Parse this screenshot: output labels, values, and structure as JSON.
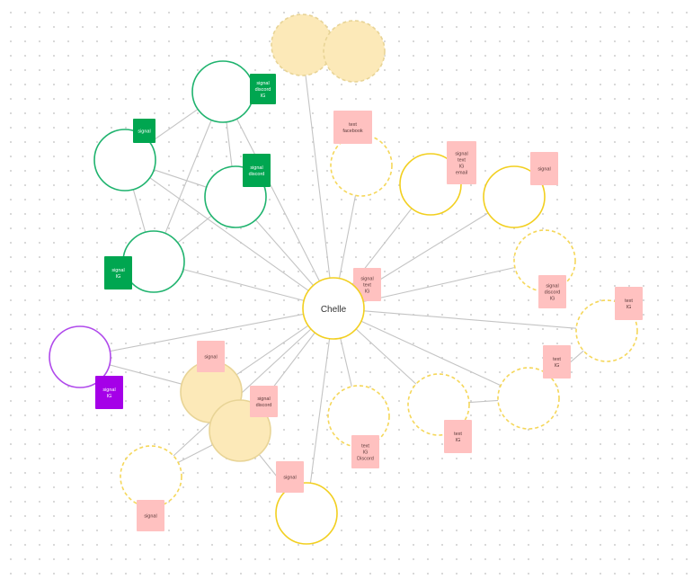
{
  "colors": {
    "edge": "#c4c4c4",
    "green": "#00a650",
    "green_stroke": "#1fb36e",
    "pink_fill": "#ffc1c0",
    "pink_text": "#5a3a3a",
    "yellow": "#f2cf1f",
    "yellow_dashed": "#f5d75a",
    "beige_fill": "#fce9b8",
    "beige_stroke": "#e8d496",
    "purple": "#b04aeb",
    "purple_fill": "#a500e8",
    "white_text": "#ffffff"
  },
  "center": {
    "name": "Chelle"
  },
  "circles": [
    {
      "id": "c1",
      "style": "green"
    },
    {
      "id": "c2",
      "style": "green"
    },
    {
      "id": "c3",
      "style": "green"
    },
    {
      "id": "c4",
      "style": "green"
    },
    {
      "id": "c5",
      "style": "beige-dashed"
    },
    {
      "id": "c6",
      "style": "beige-dashed"
    },
    {
      "id": "c7",
      "style": "yellow-dashed"
    },
    {
      "id": "c8",
      "style": "yellow"
    },
    {
      "id": "c9",
      "style": "yellow"
    },
    {
      "id": "c10",
      "style": "yellow-dashed"
    },
    {
      "id": "c11",
      "style": "yellow-dashed"
    },
    {
      "id": "c12",
      "style": "yellow-dashed"
    },
    {
      "id": "c13",
      "style": "yellow-dashed"
    },
    {
      "id": "c14",
      "style": "yellow-dashed"
    },
    {
      "id": "c15",
      "style": "purple"
    },
    {
      "id": "c16",
      "style": "beige"
    },
    {
      "id": "c17",
      "style": "beige"
    },
    {
      "id": "c18",
      "style": "yellow-dashed"
    },
    {
      "id": "c19",
      "style": "yellow"
    }
  ],
  "labels": [
    {
      "id": "l1",
      "style": "green",
      "lines": [
        "signal",
        "discord",
        "IG"
      ]
    },
    {
      "id": "l2",
      "style": "green",
      "lines": [
        "signal"
      ]
    },
    {
      "id": "l3",
      "style": "green",
      "lines": [
        "signal",
        "discord"
      ]
    },
    {
      "id": "l4",
      "style": "green",
      "lines": [
        "signal",
        "IG"
      ]
    },
    {
      "id": "l5",
      "style": "pink",
      "lines": [
        "text",
        "facebook"
      ]
    },
    {
      "id": "l6",
      "style": "pink",
      "lines": [
        "signal",
        "text",
        "IG",
        "email"
      ]
    },
    {
      "id": "l7",
      "style": "pink",
      "lines": [
        "signal"
      ]
    },
    {
      "id": "l8",
      "style": "pink",
      "lines": [
        "signal",
        "text",
        "IG"
      ]
    },
    {
      "id": "l9",
      "style": "pink",
      "lines": [
        "signal",
        "discord",
        "IG"
      ]
    },
    {
      "id": "l10",
      "style": "pink",
      "lines": [
        "text",
        "IG"
      ]
    },
    {
      "id": "l11",
      "style": "pink",
      "lines": [
        "text",
        "IG"
      ]
    },
    {
      "id": "l12",
      "style": "pink",
      "lines": [
        "text",
        "IG"
      ]
    },
    {
      "id": "l13",
      "style": "pink",
      "lines": [
        "text",
        "IG",
        "Discord"
      ]
    },
    {
      "id": "l14",
      "style": "purple",
      "lines": [
        "signal",
        "IG"
      ]
    },
    {
      "id": "l15",
      "style": "pink",
      "lines": [
        "signal"
      ]
    },
    {
      "id": "l16",
      "style": "pink",
      "lines": [
        "signal",
        "discord"
      ]
    },
    {
      "id": "l17",
      "style": "pink",
      "lines": [
        "signal"
      ]
    },
    {
      "id": "l18",
      "style": "pink",
      "lines": [
        "signal"
      ]
    }
  ]
}
